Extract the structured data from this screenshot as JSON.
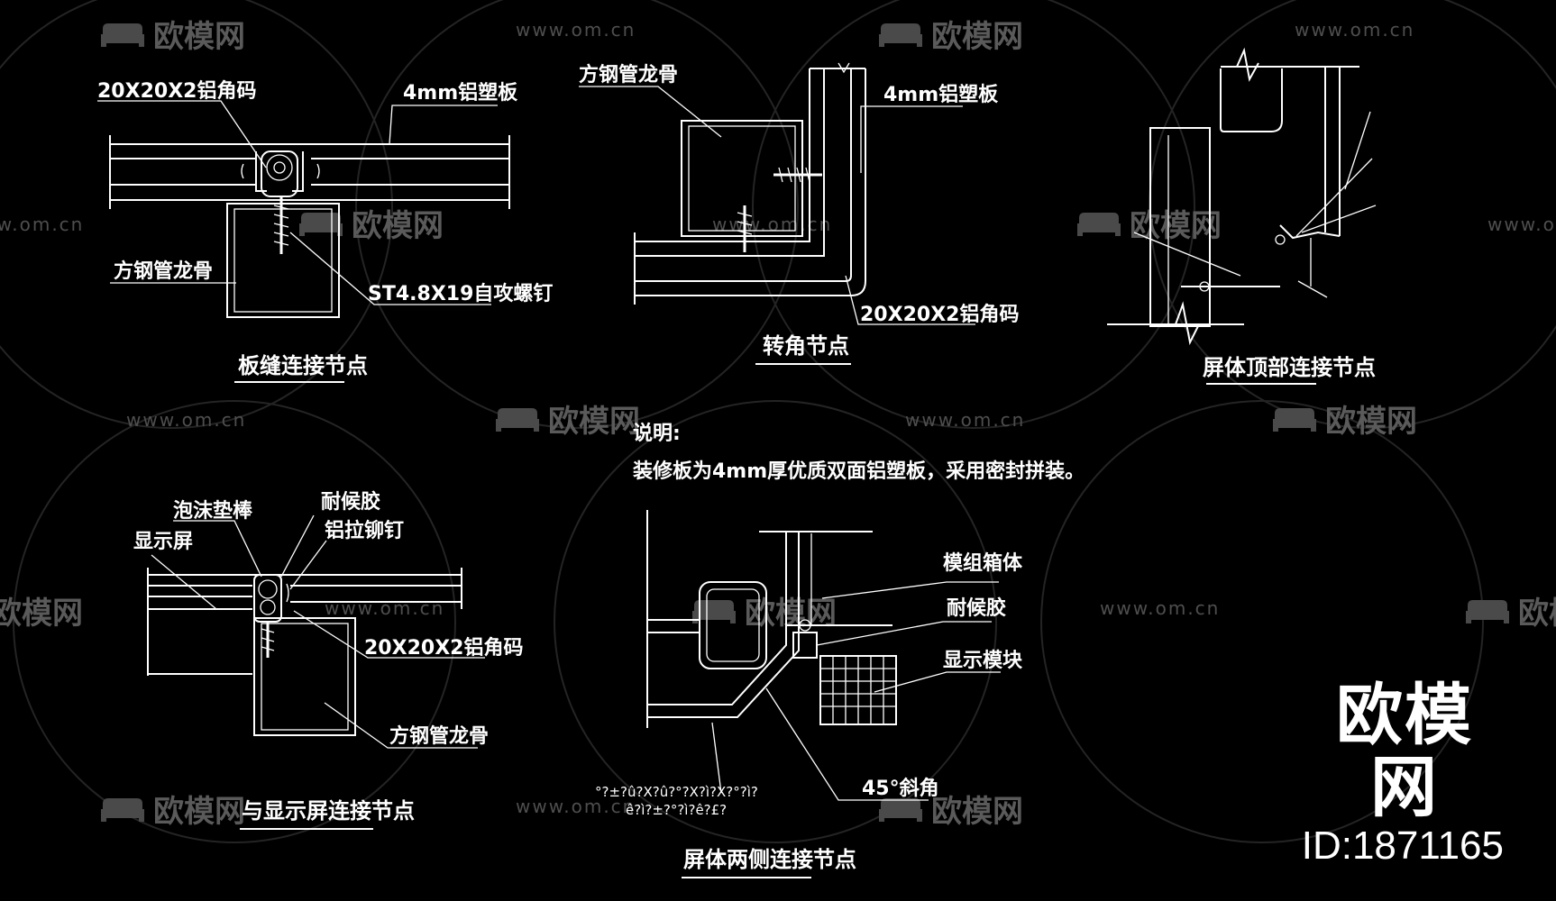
{
  "watermark": {
    "brand": "欧模网",
    "url": "www.om.cn"
  },
  "brand_badge": {
    "name": "欧模网",
    "id": "ID:1871165"
  },
  "details": {
    "panel_seam": {
      "title": "板缝连接节点",
      "labels": {
        "angle_code": "20X20X2铝角码",
        "aluminum_panel": "4mm铝塑板",
        "steel_tube": "方钢管龙骨",
        "screw": "ST4.8X19自攻螺钉"
      }
    },
    "corner": {
      "title": "转角节点",
      "labels": {
        "steel_tube": "方钢管龙骨",
        "aluminum_panel": "4mm铝塑板",
        "angle_code": "20X20X2铝角码"
      }
    },
    "screen_top": {
      "title": "屏体顶部连接节点"
    },
    "screen_connection": {
      "title": "与显示屏连接节点",
      "labels": {
        "foam": "泡沫垫棒",
        "sealant": "耐候胶",
        "rivet": "铝拉铆钉",
        "display": "显示屏",
        "angle_code": "20X20X2铝角码",
        "steel_tube": "方钢管龙骨"
      }
    },
    "screen_sides": {
      "title": "屏体两侧连接节点",
      "labels": {
        "module_box": "模组箱体",
        "sealant": "耐候胶",
        "display_module": "显示模块",
        "bevel": "45°斜角"
      },
      "garbled_line_1": "°?±?û?X?û?°?X?ì?X?°?ì?",
      "garbled_line_2": "ê?ì?±?°?ì?ê?£?"
    }
  },
  "notes": {
    "heading": "说明:",
    "body": "装修板为4mm厚优质双面铝塑板，采用密封拼装。"
  }
}
